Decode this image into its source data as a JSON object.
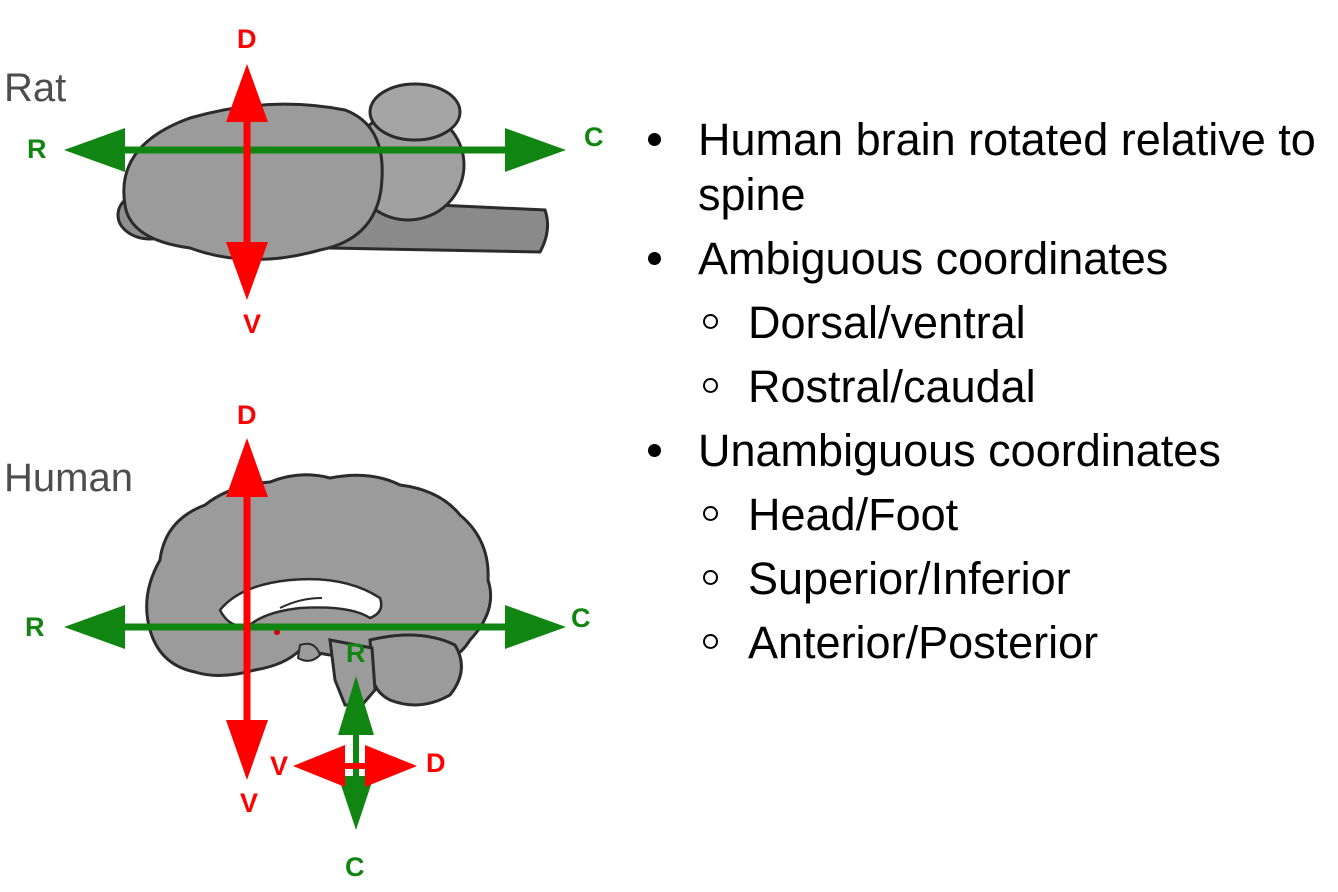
{
  "rat": {
    "label": "Rat",
    "axes": {
      "dorsal": "D",
      "ventral": "V",
      "rostral": "R",
      "caudal": "C"
    }
  },
  "human": {
    "label": "Human",
    "brain_axes": {
      "dorsal": "D",
      "ventral": "V",
      "rostral": "R",
      "caudal": "C"
    },
    "spine_axes": {
      "rostral": "R",
      "caudal": "C",
      "ventral": "V",
      "dorsal": "D"
    }
  },
  "colors": {
    "dorsal_ventral": "#ff0000",
    "rostral_caudal": "#118511",
    "brain_fill": "#9b9b9b",
    "brain_outline": "#2b2b2b",
    "label_text": "#4d4d4d"
  },
  "bullets": [
    {
      "text": "Human brain rotated relative to spine",
      "children": []
    },
    {
      "text": "Ambiguous coordinates",
      "children": [
        "Dorsal/ventral",
        "Rostral/caudal"
      ]
    },
    {
      "text": "Unambiguous coordinates",
      "children": [
        "Head/Foot",
        "Superior/Inferior",
        "Anterior/Posterior"
      ]
    }
  ]
}
